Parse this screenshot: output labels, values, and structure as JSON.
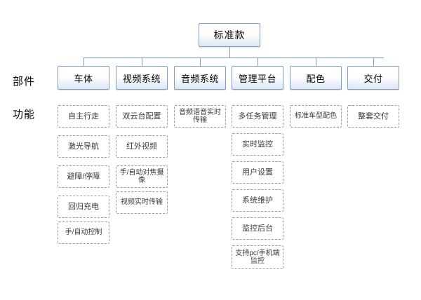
{
  "diagram": {
    "type": "tree",
    "root": {
      "label": "标准款"
    },
    "row_labels": [
      {
        "label": "部件"
      },
      {
        "label": "功能"
      }
    ],
    "categories": [
      {
        "label": "车体",
        "children": [
          {
            "label": "自主行走"
          },
          {
            "label": "激光导航"
          },
          {
            "label": "避障/停障"
          },
          {
            "label": "回归充电"
          },
          {
            "label": "手/自动控制"
          }
        ]
      },
      {
        "label": "视频系统",
        "children": [
          {
            "label": "双云台配置"
          },
          {
            "label": "红外视频"
          },
          {
            "label": "手/自动对焦摄像"
          },
          {
            "label": "视频实时传输"
          }
        ]
      },
      {
        "label": "音频系统",
        "children": [
          {
            "label": "音频语音实时传输"
          }
        ]
      },
      {
        "label": "管理平台",
        "children": [
          {
            "label": "多任务管理"
          },
          {
            "label": "实时监控"
          },
          {
            "label": "用户设置"
          },
          {
            "label": "系统维护"
          },
          {
            "label": "监控后台"
          },
          {
            "label": "支持pc/手机端监控"
          }
        ]
      },
      {
        "label": "配色",
        "children": [
          {
            "label": "标准车型配色"
          }
        ]
      },
      {
        "label": "交付",
        "children": [
          {
            "label": "整套交付"
          }
        ]
      }
    ],
    "colors": {
      "node_border": "#7b9fc9",
      "node_fill": "#dce6f2",
      "leaf_border": "#9a9a9a",
      "connector": "#7b9fc9",
      "text": "#000000"
    }
  }
}
